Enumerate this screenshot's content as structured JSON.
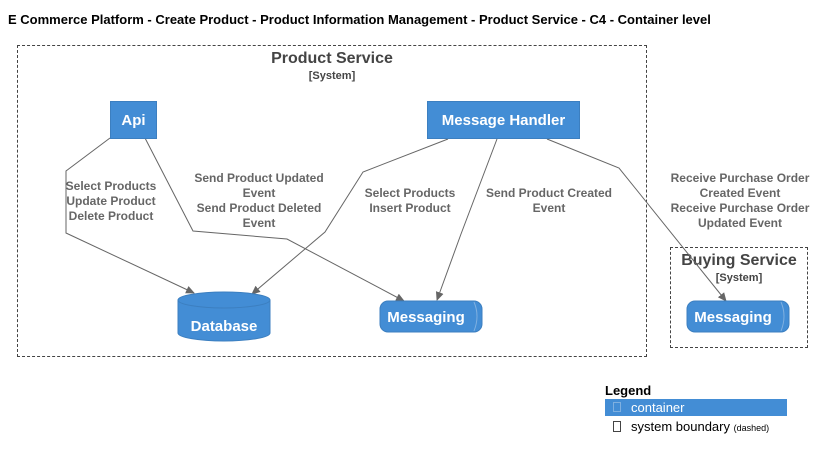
{
  "title": "E Commerce Platform - Create Product - Product Information Management - Product Service - C4 - Container level",
  "boundaries": {
    "product_service": {
      "name": "Product Service",
      "kind": "[System]"
    },
    "buying_service": {
      "name": "Buying Service",
      "kind": "[System]"
    }
  },
  "containers": {
    "api": "Api",
    "message_handler": "Message Handler",
    "database": "Database",
    "messaging": "Messaging",
    "buying_messaging": "Messaging"
  },
  "relations": {
    "api_to_database": "Select Products\nUpdate Product\nDelete Product",
    "api_to_messaging": "Send Product Updated\nEvent\nSend Product Deleted\nEvent",
    "handler_to_database": "Select Products\nInsert Product",
    "handler_to_messaging": "Send Product Created\nEvent",
    "handler_to_buying": "Receive Purchase Order\nCreated Event\nReceive Purchase Order\nUpdated Event"
  },
  "legend": {
    "title": "Legend",
    "container": "container",
    "boundary": "system boundary",
    "boundary_note": "(dashed)"
  },
  "colors": {
    "container": "#438dd5",
    "text": "#666666",
    "boundary": "#444444"
  }
}
